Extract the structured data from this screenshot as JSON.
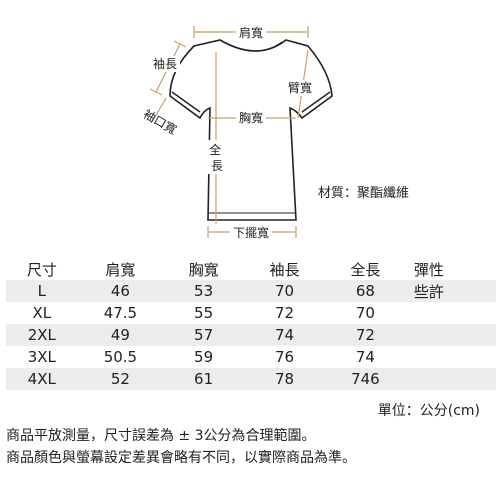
{
  "diagram": {
    "labels": {
      "shoulder_width": "肩寬",
      "sleeve_length": "袖長",
      "armhole": "臂寬",
      "cuff": "袖口寬",
      "chest_width": "胸寬",
      "total_length": "全長",
      "hem_width": "下擺寬"
    },
    "colors": {
      "measure_line": "#c8a06a",
      "outline": "#222222"
    }
  },
  "material": {
    "text": "材質：聚酯纖維"
  },
  "size_table": {
    "headers": [
      "尺寸",
      "肩寬",
      "胸寬",
      "袖長",
      "全長",
      "彈性"
    ],
    "rows": [
      [
        "L",
        "46",
        "53",
        "70",
        "68",
        "些許"
      ],
      [
        "XL",
        "47.5",
        "55",
        "72",
        "70",
        ""
      ],
      [
        "2XL",
        "49",
        "57",
        "74",
        "72",
        ""
      ],
      [
        "3XL",
        "50.5",
        "59",
        "76",
        "74",
        ""
      ],
      [
        "4XL",
        "52",
        "61",
        "78",
        "746",
        ""
      ]
    ],
    "row_stripe_color": "#ececec"
  },
  "unit": "單位：公分(cm)",
  "notes": [
    "商品平放測量，尺寸誤差為 ± 3公分為合理範圍。",
    "商品顏色與螢幕設定差異會略有不同，以實際商品為準。"
  ]
}
